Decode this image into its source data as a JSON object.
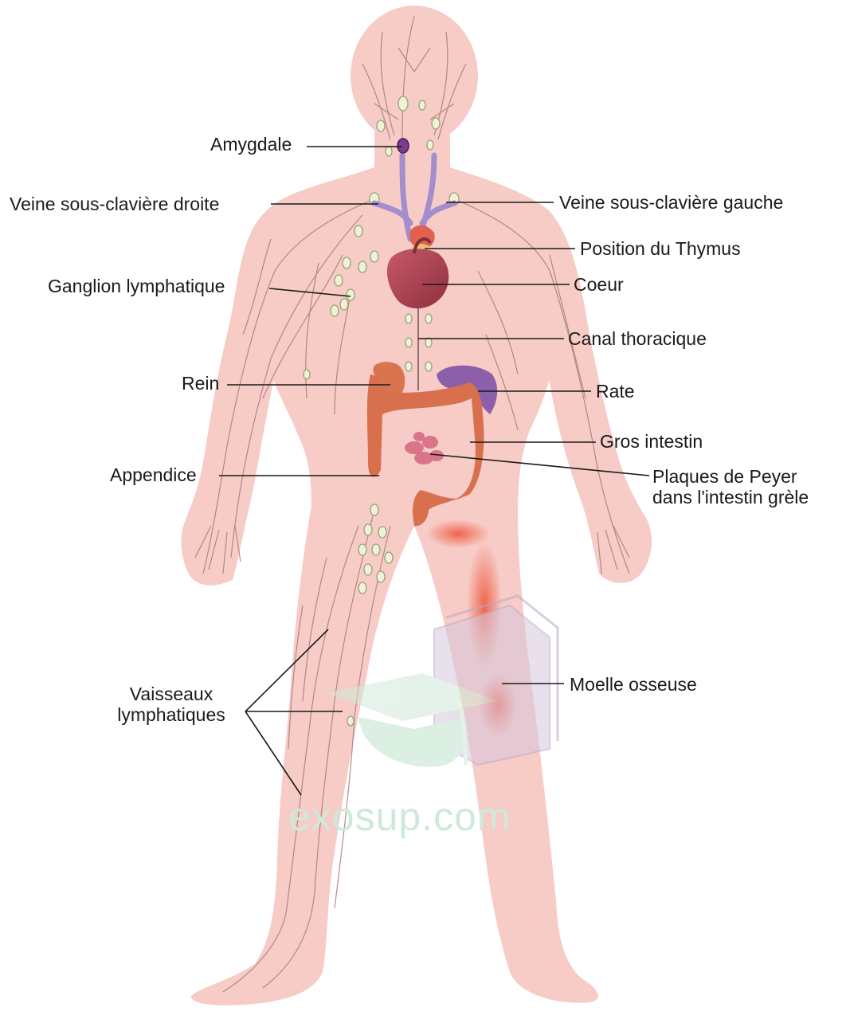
{
  "labels": {
    "amygdale": "Amygdale",
    "veine_droite": "Veine sous-clavière droite",
    "veine_gauche": "Veine sous-clavière gauche",
    "thymus": "Position du Thymus",
    "ganglion": "Ganglion lymphatique",
    "coeur": "Coeur",
    "canal": "Canal thoracique",
    "rein": "Rein",
    "rate": "Rate",
    "gros_intestin": "Gros intestin",
    "appendice": "Appendice",
    "peyer_line1": "Plaques de Peyer",
    "peyer_line2": "dans l'intestin grèle",
    "vaisseaux_line1": "Vaisseaux",
    "vaisseaux_line2": "lymphatiques",
    "moelle": "Moelle osseuse"
  },
  "watermark": "exosup.com",
  "colors": {
    "skin": "#f7c9c4",
    "vessels": "#a97f7a",
    "nodes": "#e9f1cf",
    "heart": "#b8414e",
    "spleen": "#8a5fa8",
    "intestine": "#d8704e",
    "marrow": "#ef5a3f",
    "veins": "#a98ed0",
    "watermark": "#b9dfc7"
  }
}
